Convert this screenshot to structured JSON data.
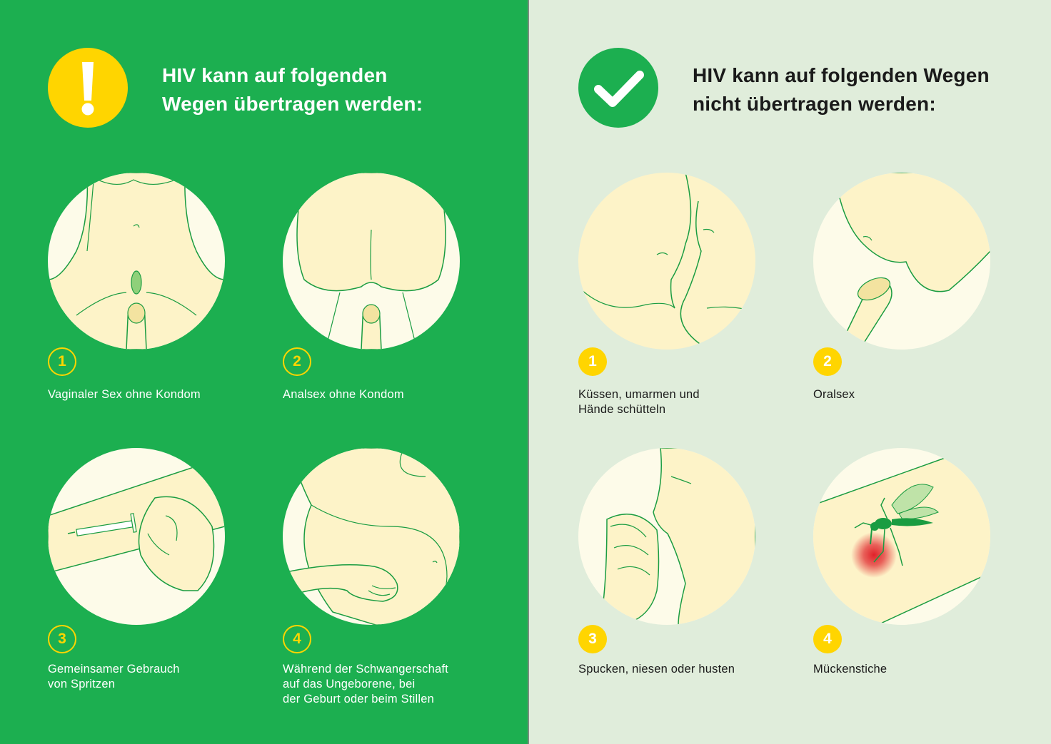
{
  "colors": {
    "left_bg": "#1caf50",
    "right_bg": "#e0eddb",
    "accent_yellow": "#ffd500",
    "skin": "#fdf3c8",
    "circle_bg": "#fdfbe9",
    "line": "#1a9c41",
    "blood": "#e0222a"
  },
  "left": {
    "icon": "exclamation-icon",
    "title_lines": [
      "HIV kann auf folgenden",
      "Wegen übertragen werden:"
    ],
    "items": [
      {
        "number": "1",
        "icon": "vaginal-sex-illustration",
        "lines": [
          "Vaginaler Sex ohne Kondom"
        ]
      },
      {
        "number": "2",
        "icon": "anal-sex-illustration",
        "lines": [
          "Analsex ohne Kondom"
        ]
      },
      {
        "number": "3",
        "icon": "syringe-illustration",
        "lines": [
          "Gemeinsamer Gebrauch",
          "von Spritzen"
        ]
      },
      {
        "number": "4",
        "icon": "pregnancy-illustration",
        "lines": [
          "Während der Schwangerschaft",
          "auf das Ungeborene, bei",
          "der Geburt oder beim Stillen"
        ]
      }
    ]
  },
  "right": {
    "icon": "checkmark-icon",
    "title_lines": [
      "HIV kann auf folgenden Wegen",
      "nicht übertragen werden:"
    ],
    "items": [
      {
        "number": "1",
        "icon": "kissing-illustration",
        "lines": [
          "Küssen, umarmen und",
          "Hände schütteln"
        ]
      },
      {
        "number": "2",
        "icon": "oral-sex-illustration",
        "lines": [
          "Oralsex"
        ]
      },
      {
        "number": "3",
        "icon": "sneezing-illustration",
        "lines": [
          "Spucken, niesen oder husten"
        ]
      },
      {
        "number": "4",
        "icon": "mosquito-illustration",
        "lines": [
          "Mückenstiche"
        ]
      }
    ]
  }
}
